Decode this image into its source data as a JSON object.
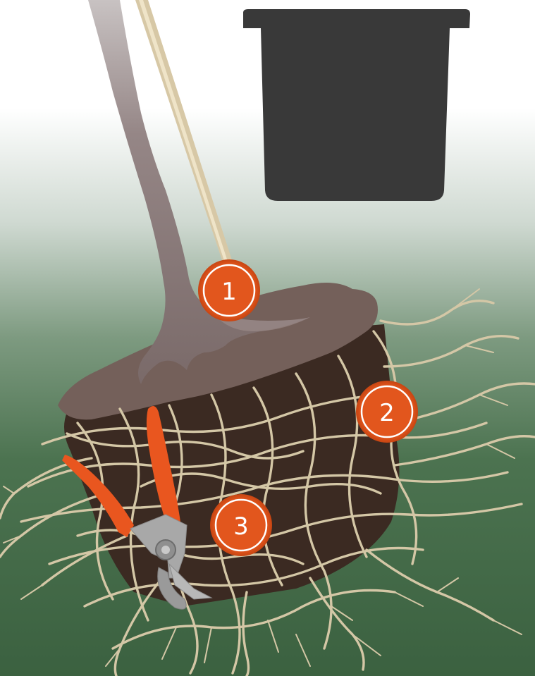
{
  "colors": {
    "background_top": "#ffffff",
    "background_bottom": "#3b6140",
    "pot": "#393939",
    "trunk": "#8f7f7f",
    "stake": "#d4c4a2",
    "soil_top": "#74605a",
    "rootball": "#3b2a22",
    "roots": "#d4c7a6",
    "callout": "#e2561d",
    "pruner_handle": "#e9561f",
    "pruner_blade": "#a8a8a8"
  },
  "icons": [
    "pot-icon",
    "tree-trunk-icon",
    "bamboo-stake-icon",
    "root-ball-icon",
    "pruning-shears-icon"
  ],
  "callouts": [
    {
      "number": "1",
      "refers_to": "soil-surface"
    },
    {
      "number": "2",
      "refers_to": "circling-roots"
    },
    {
      "number": "3",
      "refers_to": "root-pruning"
    }
  ]
}
